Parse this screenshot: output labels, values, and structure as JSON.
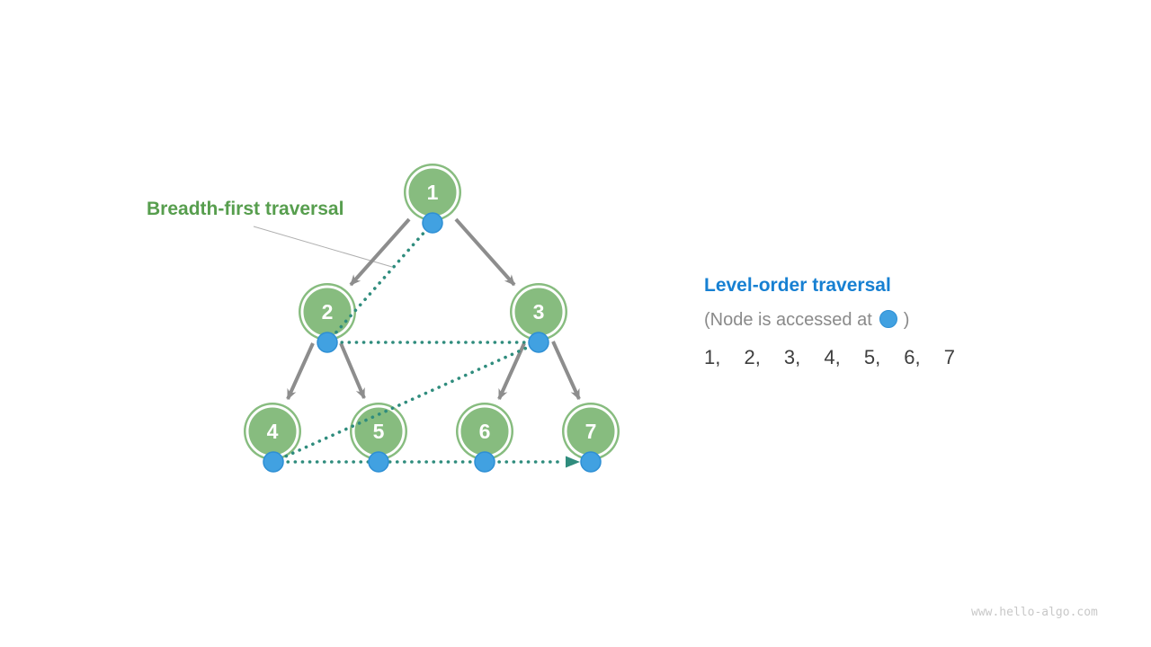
{
  "annotations": {
    "breadth_first_label": "Breadth-first traversal",
    "level_order_title": "Level-order traversal",
    "access_note_before_dot": "(Node is accessed at",
    "access_note_after_dot": ")",
    "sequence": "1, 2, 3, 4, 5, 6, 7"
  },
  "watermark": "www.hello-algo.com",
  "tree": {
    "nodes": [
      {
        "label": "1"
      },
      {
        "label": "2"
      },
      {
        "label": "3"
      },
      {
        "label": "4"
      },
      {
        "label": "5"
      },
      {
        "label": "6"
      },
      {
        "label": "7"
      }
    ],
    "edges": [
      [
        "1",
        "2"
      ],
      [
        "1",
        "3"
      ],
      [
        "2",
        "4"
      ],
      [
        "2",
        "5"
      ],
      [
        "3",
        "6"
      ],
      [
        "3",
        "7"
      ]
    ],
    "traversal_order": [
      "1",
      "2",
      "3",
      "4",
      "5",
      "6",
      "7"
    ]
  },
  "colors": {
    "node_fill_green": "#87BC7F",
    "node_ring_white": "#ffffff",
    "edge_gray": "#8D8D8D",
    "traversal_teal": "#2F8C7D",
    "access_dot_blue": "#41A1E1",
    "access_dot_border_blue": "#2E8FD4",
    "heading_green": "#579E4E",
    "heading_blue": "#1780D2",
    "note_gray": "#8A8A8A",
    "sequence_dark": "#3E3E3E",
    "watermark_gray": "#C8C8C8"
  }
}
